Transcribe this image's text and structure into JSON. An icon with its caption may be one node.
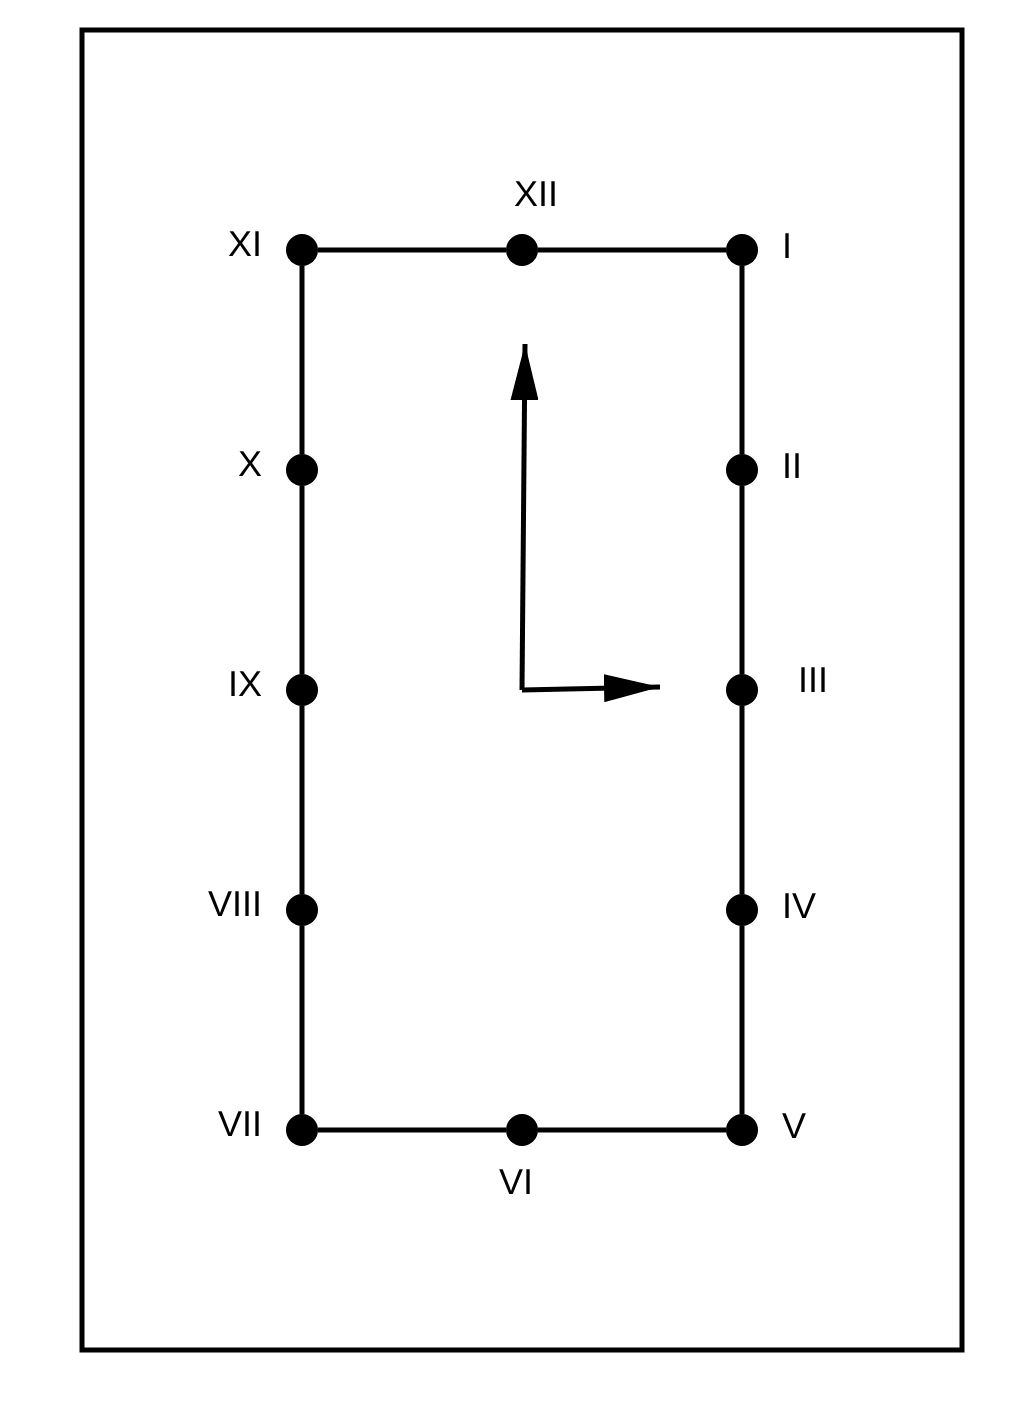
{
  "diagram": {
    "nodes": [
      {
        "text": [],
        "shape": "circle",
        "beside": [
          "I"
        ]
      },
      {
        "text": [],
        "shape": "circle",
        "beside": [
          "II"
        ]
      },
      {
        "text": [],
        "shape": "circle",
        "beside": [
          "III"
        ]
      },
      {
        "text": [],
        "shape": "circle",
        "beside": [
          "IV"
        ]
      },
      {
        "text": [],
        "shape": "circle",
        "beside": [
          "V"
        ]
      },
      {
        "text": [],
        "shape": "circle",
        "beside": [
          "VI"
        ]
      },
      {
        "text": [],
        "shape": "circle",
        "beside": [
          "VII"
        ]
      },
      {
        "text": [],
        "shape": "circle",
        "beside": [
          "VIII"
        ]
      },
      {
        "text": [],
        "shape": "circle",
        "beside": [
          "IX"
        ]
      },
      {
        "text": [],
        "shape": "circle",
        "beside": [
          "X"
        ]
      },
      {
        "text": [],
        "shape": "circle",
        "beside": [
          "XI"
        ]
      },
      {
        "text": [],
        "shape": "circle",
        "beside": [
          "XII"
        ]
      }
    ],
    "edges": [
      {
        "from": 0,
        "to": 1,
        "arrow": "none"
      },
      {
        "from": 1,
        "to": 2,
        "arrow": "none"
      },
      {
        "from": 2,
        "to": 3,
        "arrow": "none"
      },
      {
        "from": 3,
        "to": 4,
        "arrow": "none"
      },
      {
        "from": 4,
        "to": 5,
        "arrow": "none"
      },
      {
        "from": 5,
        "to": 6,
        "arrow": "none"
      },
      {
        "from": 6,
        "to": 7,
        "arrow": "none"
      },
      {
        "from": 7,
        "to": 8,
        "arrow": "none"
      },
      {
        "from": 8,
        "to": 9,
        "arrow": "none"
      },
      {
        "from": 9,
        "to": 10,
        "arrow": "none"
      },
      {
        "from": 10,
        "to": 11,
        "arrow": "none"
      },
      {
        "from": 11,
        "to": 0,
        "arrow": "none"
      }
    ]
  }
}
